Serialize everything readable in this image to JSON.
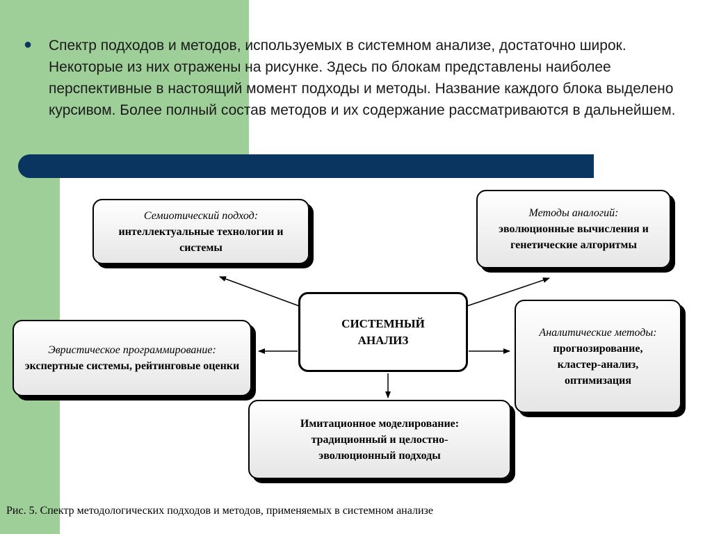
{
  "intro": {
    "text": "Спектр подходов и методов, используемых в системном анализе, достаточно широк. Некоторые из них отражены на рисунке. Здесь по блокам представлены наиболее перспективные в настоящий момент подходы и методы. Название каждого блока выделено курсивом. Более полный состав методов и их содержание рассматриваются в дальнейшем."
  },
  "diagram": {
    "center": "СИСТЕМНЫЙ АНАЛИЗ",
    "semiotic": {
      "title": "Семиотический подход:",
      "body": "интеллектуальные технологии и системы"
    },
    "analogy": {
      "title": "Методы аналогий:",
      "body": "эволюционные вычисления и генетические алгоритмы"
    },
    "heuristic": {
      "title": "Эвристическое программирование:",
      "body": "экспертные системы, рейтинговые оценки"
    },
    "analytic": {
      "title": "Аналитические методы:",
      "body": "прогнозирование, кластер-анализ, оптимизация"
    },
    "simulation": {
      "title": "Имитационное моделирование:",
      "body": "традиционный и целостно-эволюционный подходы"
    }
  },
  "caption": "Рис. 5. Спектр методологических подходов и методов, применяемых в системном анализе"
}
